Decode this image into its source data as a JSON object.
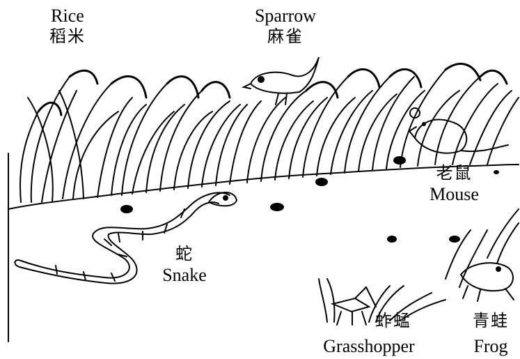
{
  "labels": {
    "rice": {
      "english": "Rice",
      "chinese": "稻米"
    },
    "sparrow": {
      "english": "Sparrow",
      "chinese": "麻雀"
    },
    "mouse": {
      "english": "Mouse",
      "chinese": "老鼠"
    },
    "snake": {
      "english": "Snake",
      "chinese": "蛇"
    },
    "grasshopper": {
      "english": "Grasshopper",
      "chinese": "蚱蜢"
    },
    "frog": {
      "english": "Frog",
      "chinese": "青蛙"
    }
  },
  "colors": {
    "ink": "#000000",
    "paper": "#ffffff"
  }
}
